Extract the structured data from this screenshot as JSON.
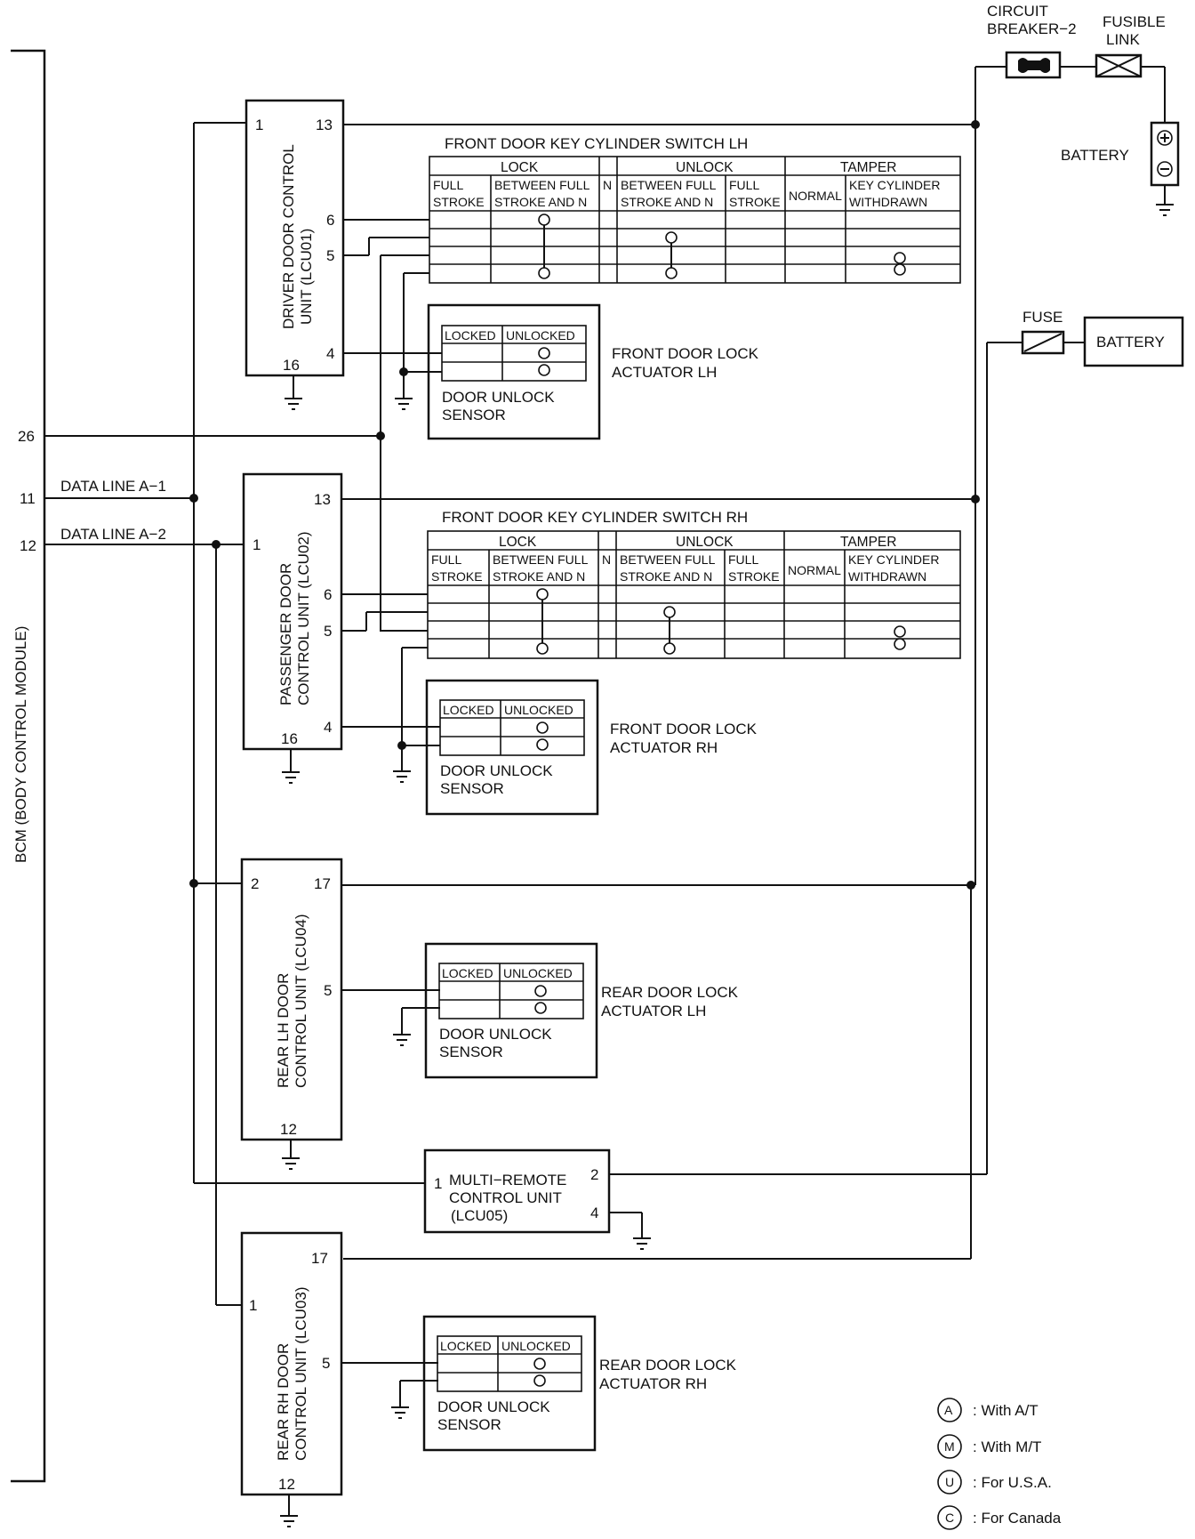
{
  "bcm": {
    "label": "BCM (BODY CONTROL MODULE)",
    "pin_26": "26",
    "pin_11": "11",
    "pin_12": "12",
    "data_line_1": "DATA LINE A−1",
    "data_line_2": "DATA LINE A−2"
  },
  "power": {
    "circuit_breaker": [
      "CIRCUIT",
      "BREAKER−2"
    ],
    "fusible_link": [
      "FUSIBLE",
      "LINK"
    ],
    "battery1": "BATTERY",
    "fuse": "FUSE",
    "battery2": "BATTERY"
  },
  "lcu01": {
    "name": [
      "DRIVER DOOR CONTROL",
      "UNIT (LCU01)"
    ],
    "pins": {
      "p1": "1",
      "p13": "13",
      "p6": "6",
      "p5": "5",
      "p4": "4",
      "p16": "16"
    }
  },
  "lcu02": {
    "name": [
      "PASSENGER DOOR",
      "CONTROL UNIT (LCU02)"
    ],
    "pins": {
      "p1": "1",
      "p13": "13",
      "p6": "6",
      "p5": "5",
      "p4": "4",
      "p16": "16"
    }
  },
  "lcu04": {
    "name": [
      "REAR LH DOOR",
      "CONTROL UNIT (LCU04)"
    ],
    "pins": {
      "p2": "2",
      "p17": "17",
      "p5": "5",
      "p12": "12"
    }
  },
  "lcu05": {
    "name": [
      "MULTI−REMOTE",
      "CONTROL UNIT",
      "(LCU05)"
    ],
    "pins": {
      "p1": "1",
      "p2": "2",
      "p4": "4"
    }
  },
  "lcu03": {
    "name": [
      "REAR RH DOOR",
      "CONTROL UNIT (LCU03)"
    ],
    "pins": {
      "p17": "17",
      "p1": "1",
      "p5": "5",
      "p12": "12"
    }
  },
  "switch_lh": {
    "title": "FRONT DOOR KEY CYLINDER SWITCH LH",
    "groups": [
      "LOCK",
      "UNLOCK",
      "TAMPER"
    ],
    "cols": [
      [
        "FULL",
        "STROKE"
      ],
      [
        "BETWEEN FULL",
        "STROKE AND N"
      ],
      [
        "N",
        ""
      ],
      [
        "BETWEEN FULL",
        "STROKE AND N"
      ],
      [
        "FULL",
        "STROKE"
      ],
      [
        "NORMAL",
        ""
      ],
      [
        "KEY CYLINDER",
        "WITHDRAWN"
      ]
    ]
  },
  "switch_rh": {
    "title": "FRONT DOOR KEY CYLINDER SWITCH RH",
    "groups": [
      "LOCK",
      "UNLOCK",
      "TAMPER"
    ],
    "cols": [
      [
        "FULL",
        "STROKE"
      ],
      [
        "BETWEEN FULL",
        "STROKE AND N"
      ],
      [
        "N",
        ""
      ],
      [
        "BETWEEN FULL",
        "STROKE AND N"
      ],
      [
        "FULL",
        "STROKE"
      ],
      [
        "NORMAL",
        ""
      ],
      [
        "KEY CYLINDER",
        "WITHDRAWN"
      ]
    ]
  },
  "actuators": {
    "locked": "LOCKED",
    "unlocked": "UNLOCKED",
    "sensor": [
      "DOOR UNLOCK",
      "SENSOR"
    ],
    "front_lh": [
      "FRONT DOOR LOCK",
      "ACTUATOR LH"
    ],
    "front_rh": [
      "FRONT DOOR LOCK",
      "ACTUATOR RH"
    ],
    "rear_lh": [
      "REAR DOOR LOCK",
      "ACTUATOR LH"
    ],
    "rear_rh": [
      "REAR DOOR LOCK",
      "ACTUATOR RH"
    ]
  },
  "legend": [
    {
      "sym": "A",
      "text": ": With A/T"
    },
    {
      "sym": "M",
      "text": ": With M/T"
    },
    {
      "sym": "U",
      "text": ": For U.S.A."
    },
    {
      "sym": "C",
      "text": ": For Canada"
    }
  ]
}
